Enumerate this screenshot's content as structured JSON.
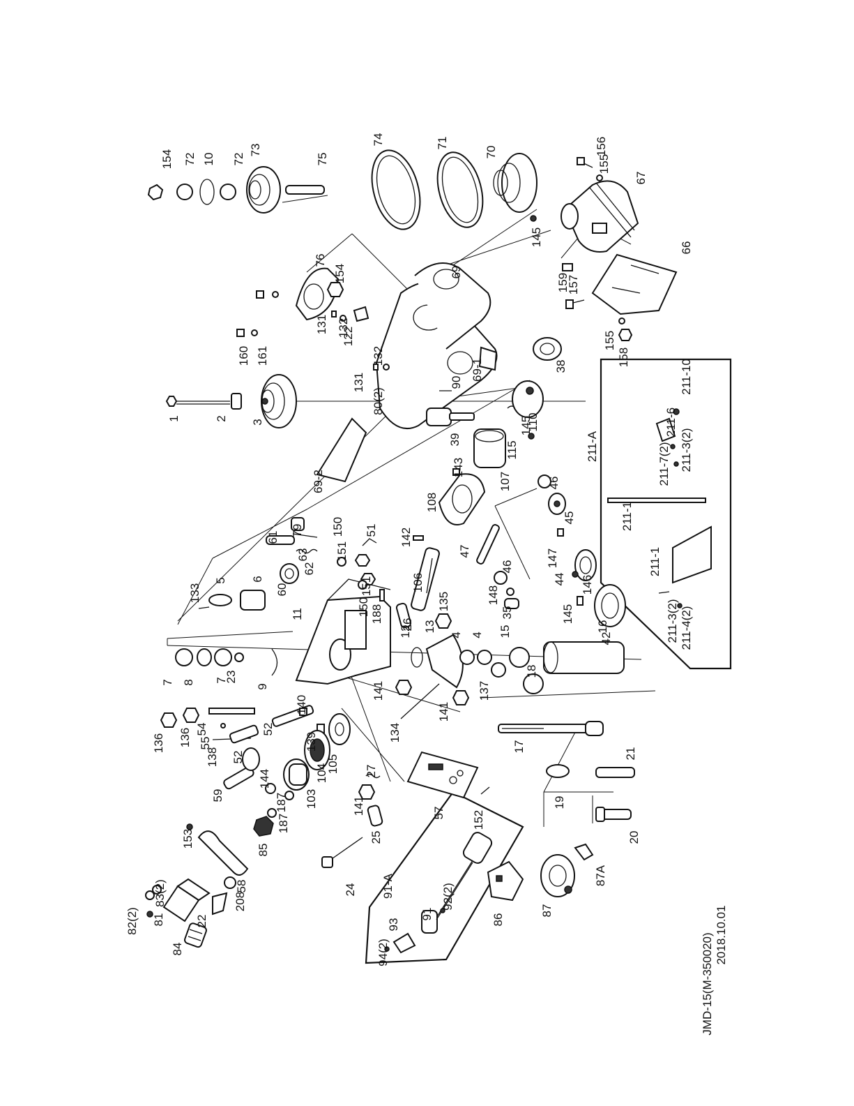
{
  "document": {
    "model": "JMD-15(M-350020)",
    "date": "2018.10.01"
  },
  "callouts": [
    "1",
    "2",
    "3",
    "69-2",
    "131",
    "80(2)",
    "132",
    "90",
    "69-1",
    "39",
    "160",
    "161",
    "131",
    "132",
    "122",
    "154",
    "76",
    "69",
    "154",
    "72",
    "10",
    "72",
    "73",
    "75",
    "74",
    "71",
    "70",
    "145",
    "67",
    "156",
    "155",
    "66",
    "159",
    "157",
    "155",
    "158",
    "115",
    "145",
    "110",
    "38",
    "107",
    "143",
    "108",
    "142",
    "47",
    "46",
    "148",
    "35",
    "46",
    "45",
    "147",
    "44",
    "146",
    "145",
    "42",
    "211-A",
    "211-10",
    "211-6",
    "211-7(2)",
    "211-3(2)",
    "211-1",
    "211-1",
    "211-3(2)",
    "211-4(2)",
    "133",
    "5",
    "6",
    "11",
    "61",
    "79",
    "63",
    "62",
    "60",
    "150",
    "151",
    "51",
    "150",
    "151",
    "188",
    "106",
    "26",
    "135",
    "7",
    "8",
    "7",
    "23",
    "9",
    "136",
    "136",
    "54",
    "55",
    "138",
    "52",
    "52",
    "140",
    "139",
    "105",
    "12",
    "13",
    "4",
    "4",
    "15",
    "16",
    "141",
    "134",
    "141",
    "137",
    "18",
    "59",
    "144",
    "187",
    "103",
    "104",
    "187",
    "85",
    "153",
    "58",
    "208",
    "22",
    "82(2)",
    "81",
    "83(2)",
    "84",
    "27",
    "141",
    "25",
    "57",
    "152",
    "24",
    "91-A",
    "91",
    "92(2)",
    "93",
    "94(2)",
    "86",
    "87",
    "87A",
    "17",
    "19",
    "21",
    "20"
  ]
}
